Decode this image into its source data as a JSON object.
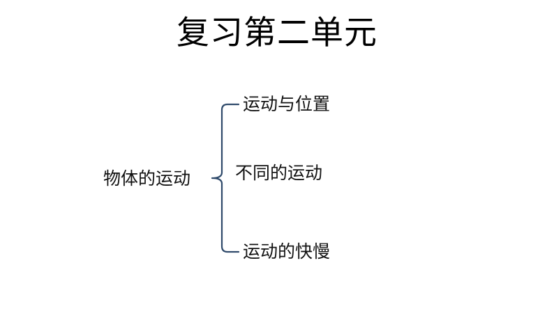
{
  "slide": {
    "title": "复习第二单元"
  },
  "mindmap": {
    "root": "物体的运动",
    "children": [
      "运动与位置",
      "不同的运动",
      "运动的快慢"
    ]
  },
  "colors": {
    "brace": "#2f4a6b",
    "text": "#111111"
  }
}
